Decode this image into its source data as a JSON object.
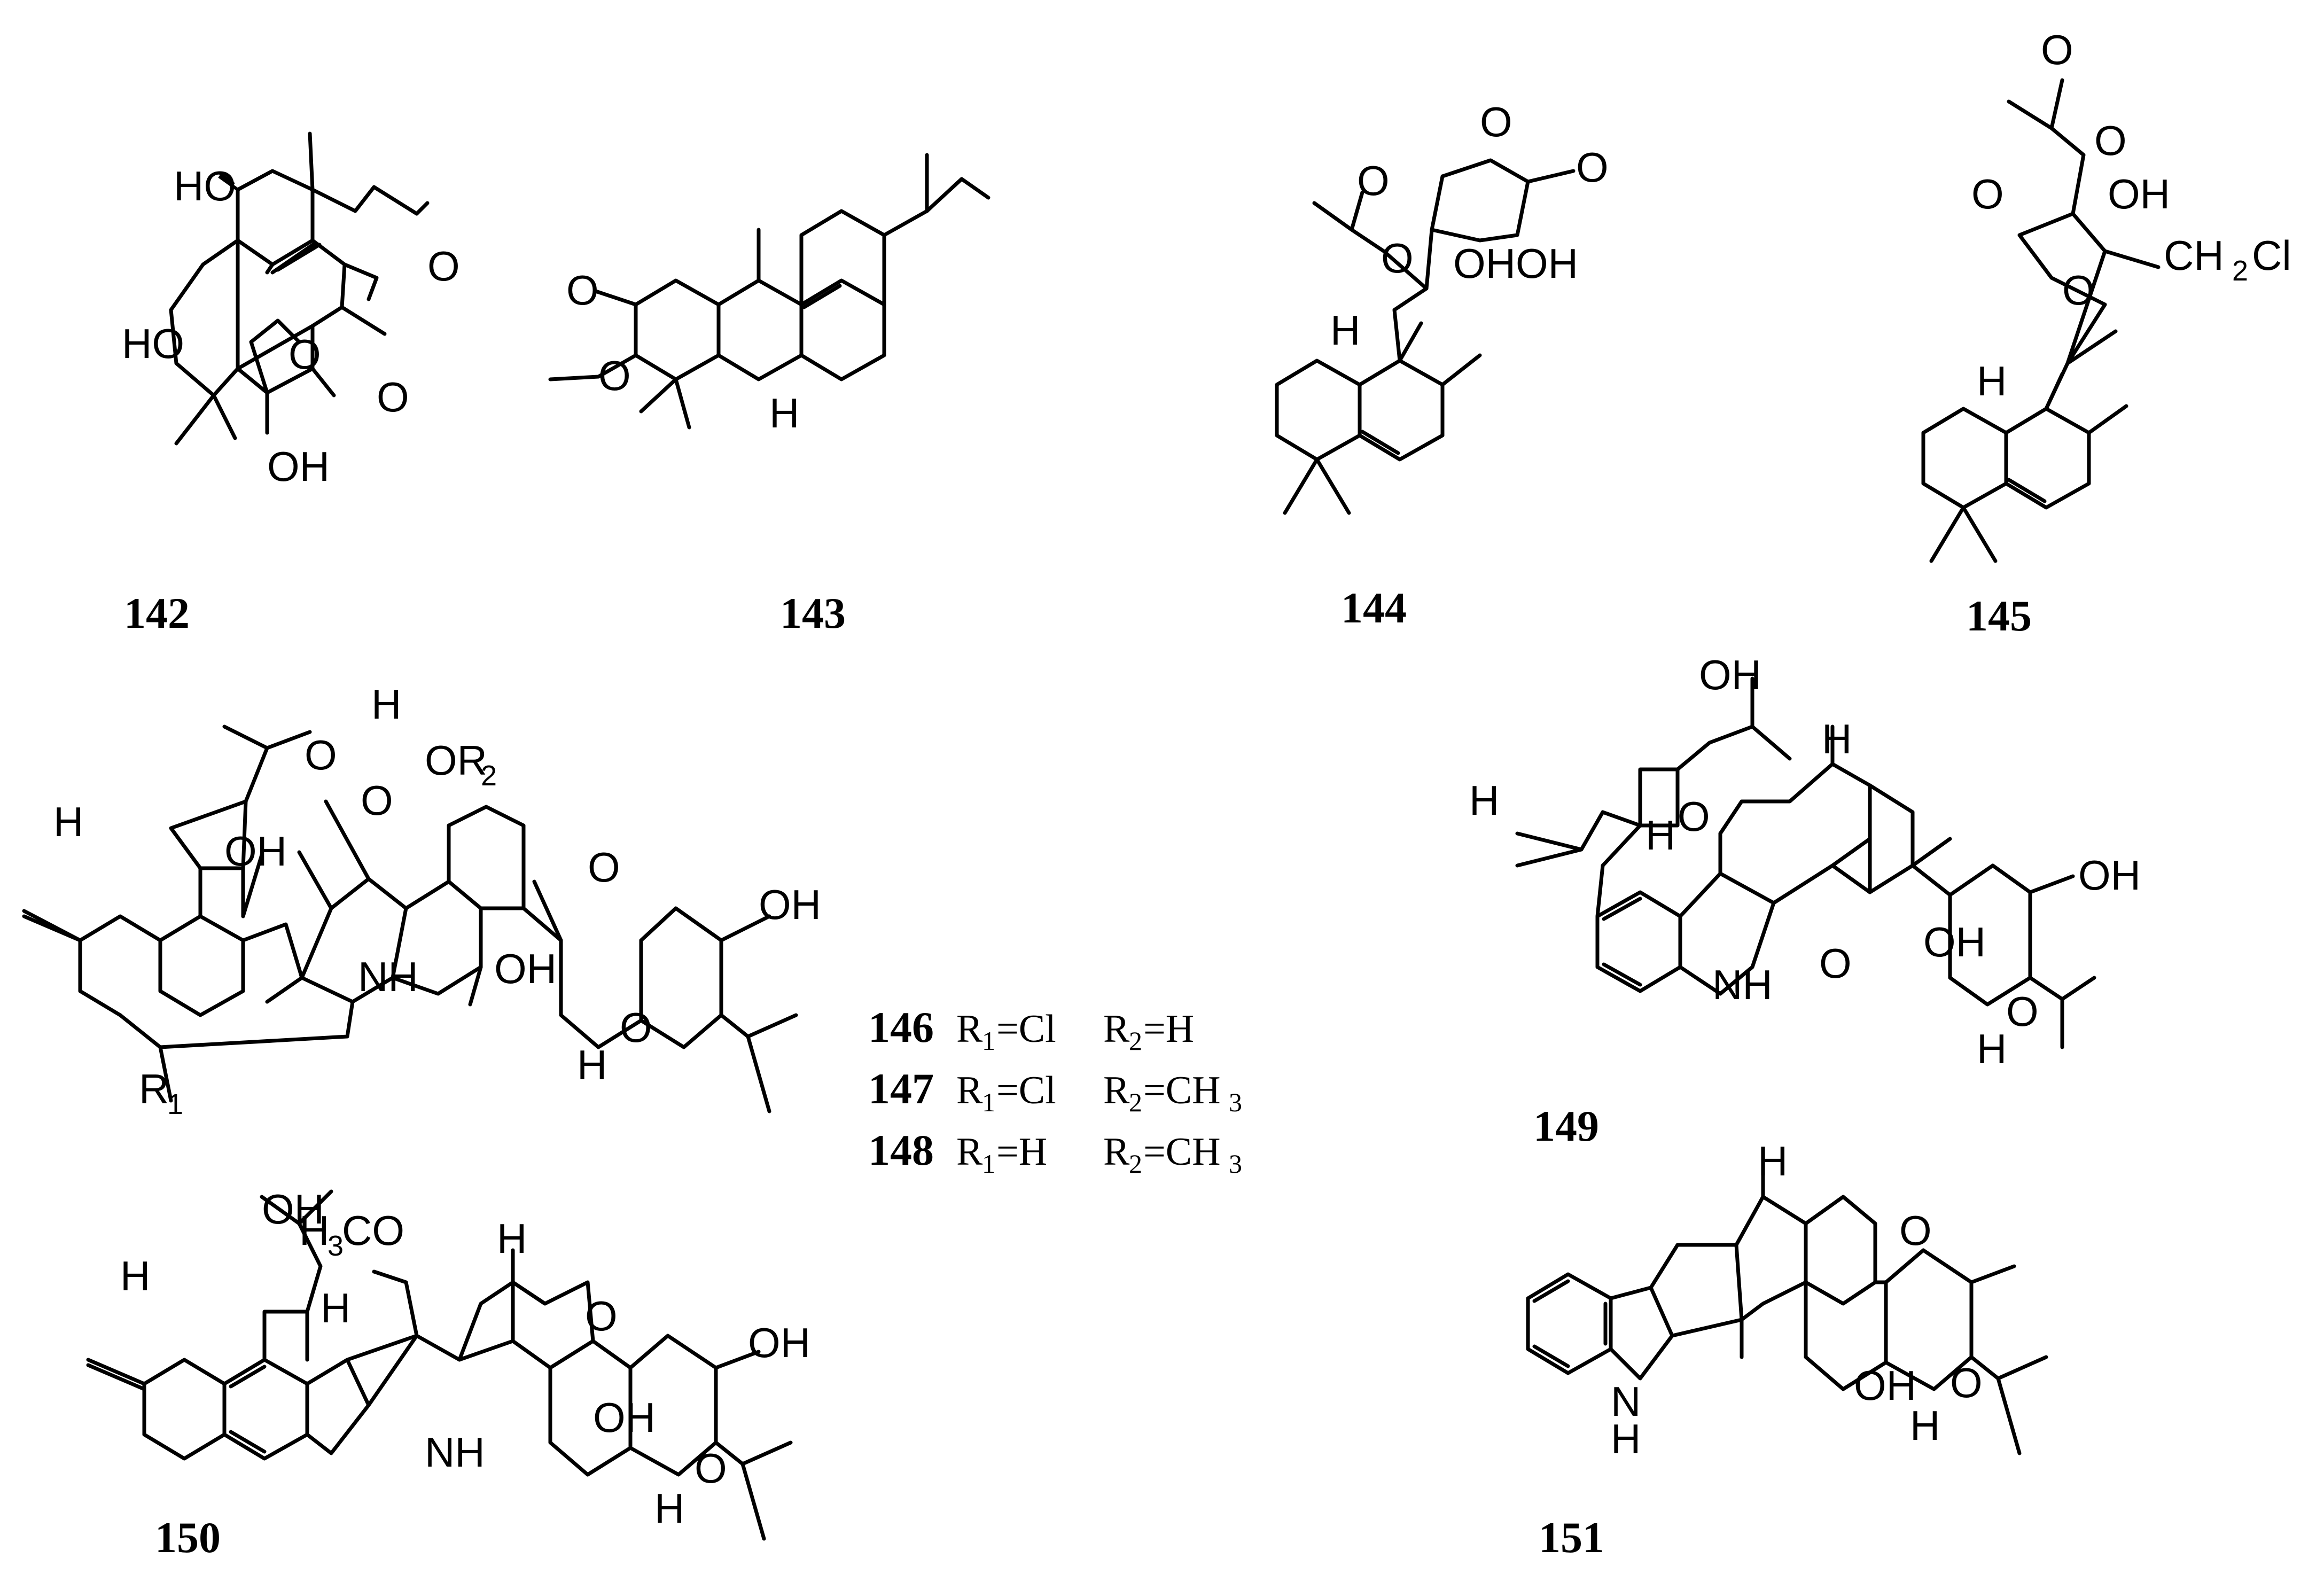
{
  "compounds": [
    {
      "id": "142"
    },
    {
      "id": "143"
    },
    {
      "id": "144"
    },
    {
      "id": "145"
    },
    {
      "id": "146"
    },
    {
      "id": "147"
    },
    {
      "id": "148"
    },
    {
      "id": "149"
    },
    {
      "id": "150"
    },
    {
      "id": "151"
    }
  ],
  "substituent_table": [
    {
      "compound": "146",
      "r1": "=Cl",
      "r2": "=H"
    },
    {
      "compound": "147",
      "r1": "=Cl",
      "r2": "=CH"
    },
    {
      "compound": "148",
      "r1": "=H",
      "r2": "=CH"
    }
  ],
  "atoms": {
    "HO": "HO",
    "OH": "OH",
    "O": "O",
    "H": "H",
    "NH": "NH",
    "N": "N",
    "CH2Cl": "CH",
    "Cl": "Cl",
    "OR": "OR",
    "R": "R",
    "H3CO_H": "H",
    "H3CO_CO": "CO",
    "OHOH": "OHOH",
    "sub1": "1",
    "sub2": "2",
    "sub3": "3"
  }
}
